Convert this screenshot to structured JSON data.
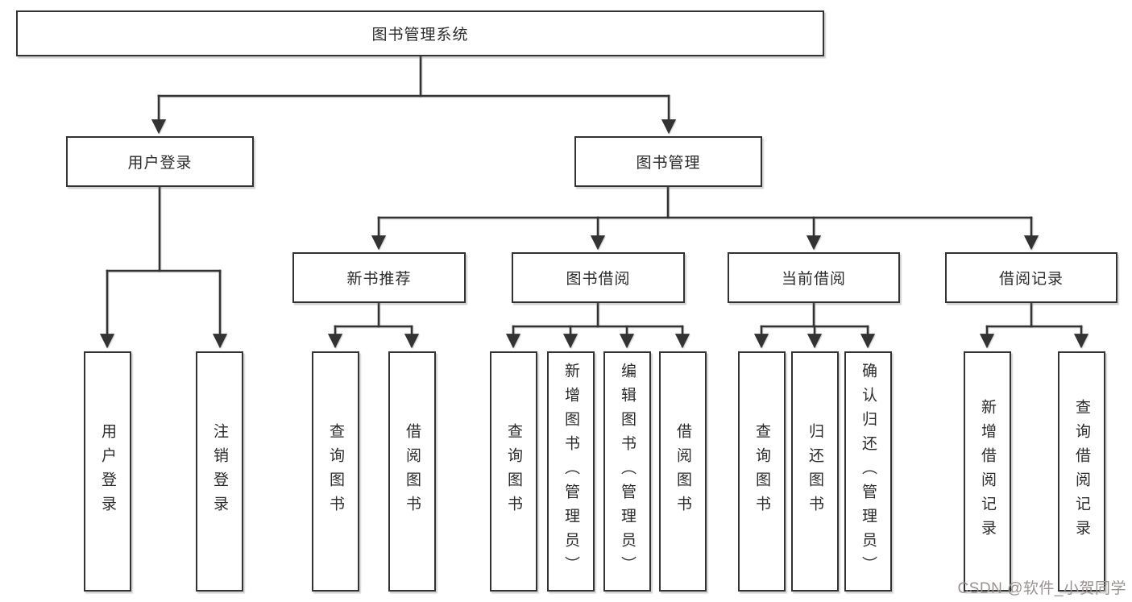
{
  "colors": {
    "line": "#333333",
    "text": "#2b2b2b",
    "watermark": "#9a9191"
  },
  "watermark": {
    "text": "CSDN @软件_小贺同学"
  },
  "nodes": {
    "root": "图书管理系统",
    "user_login": "用户登录",
    "book_mgmt": "图书管理",
    "new_book_rec": "新书推荐",
    "book_borrow": "图书借阅",
    "current_borrow": "当前借阅",
    "borrow_records": "借阅记录",
    "leaf_user_login": "用户登录",
    "leaf_logout": "注销登录",
    "leaf_query_book_a": "查询图书",
    "leaf_borrow_book_a": "借阅图书",
    "leaf_query_book_b": "查询图书",
    "leaf_add_book": "新增图书（管理员）",
    "leaf_edit_book": "编辑图书（管理员）",
    "leaf_borrow_book_b": "借阅图书",
    "leaf_query_book_c": "查询图书",
    "leaf_return_book": "归还图书",
    "leaf_confirm_return": "确认归还（管理员）",
    "leaf_add_record": "新增借阅记录",
    "leaf_query_record": "查询借阅记录"
  }
}
